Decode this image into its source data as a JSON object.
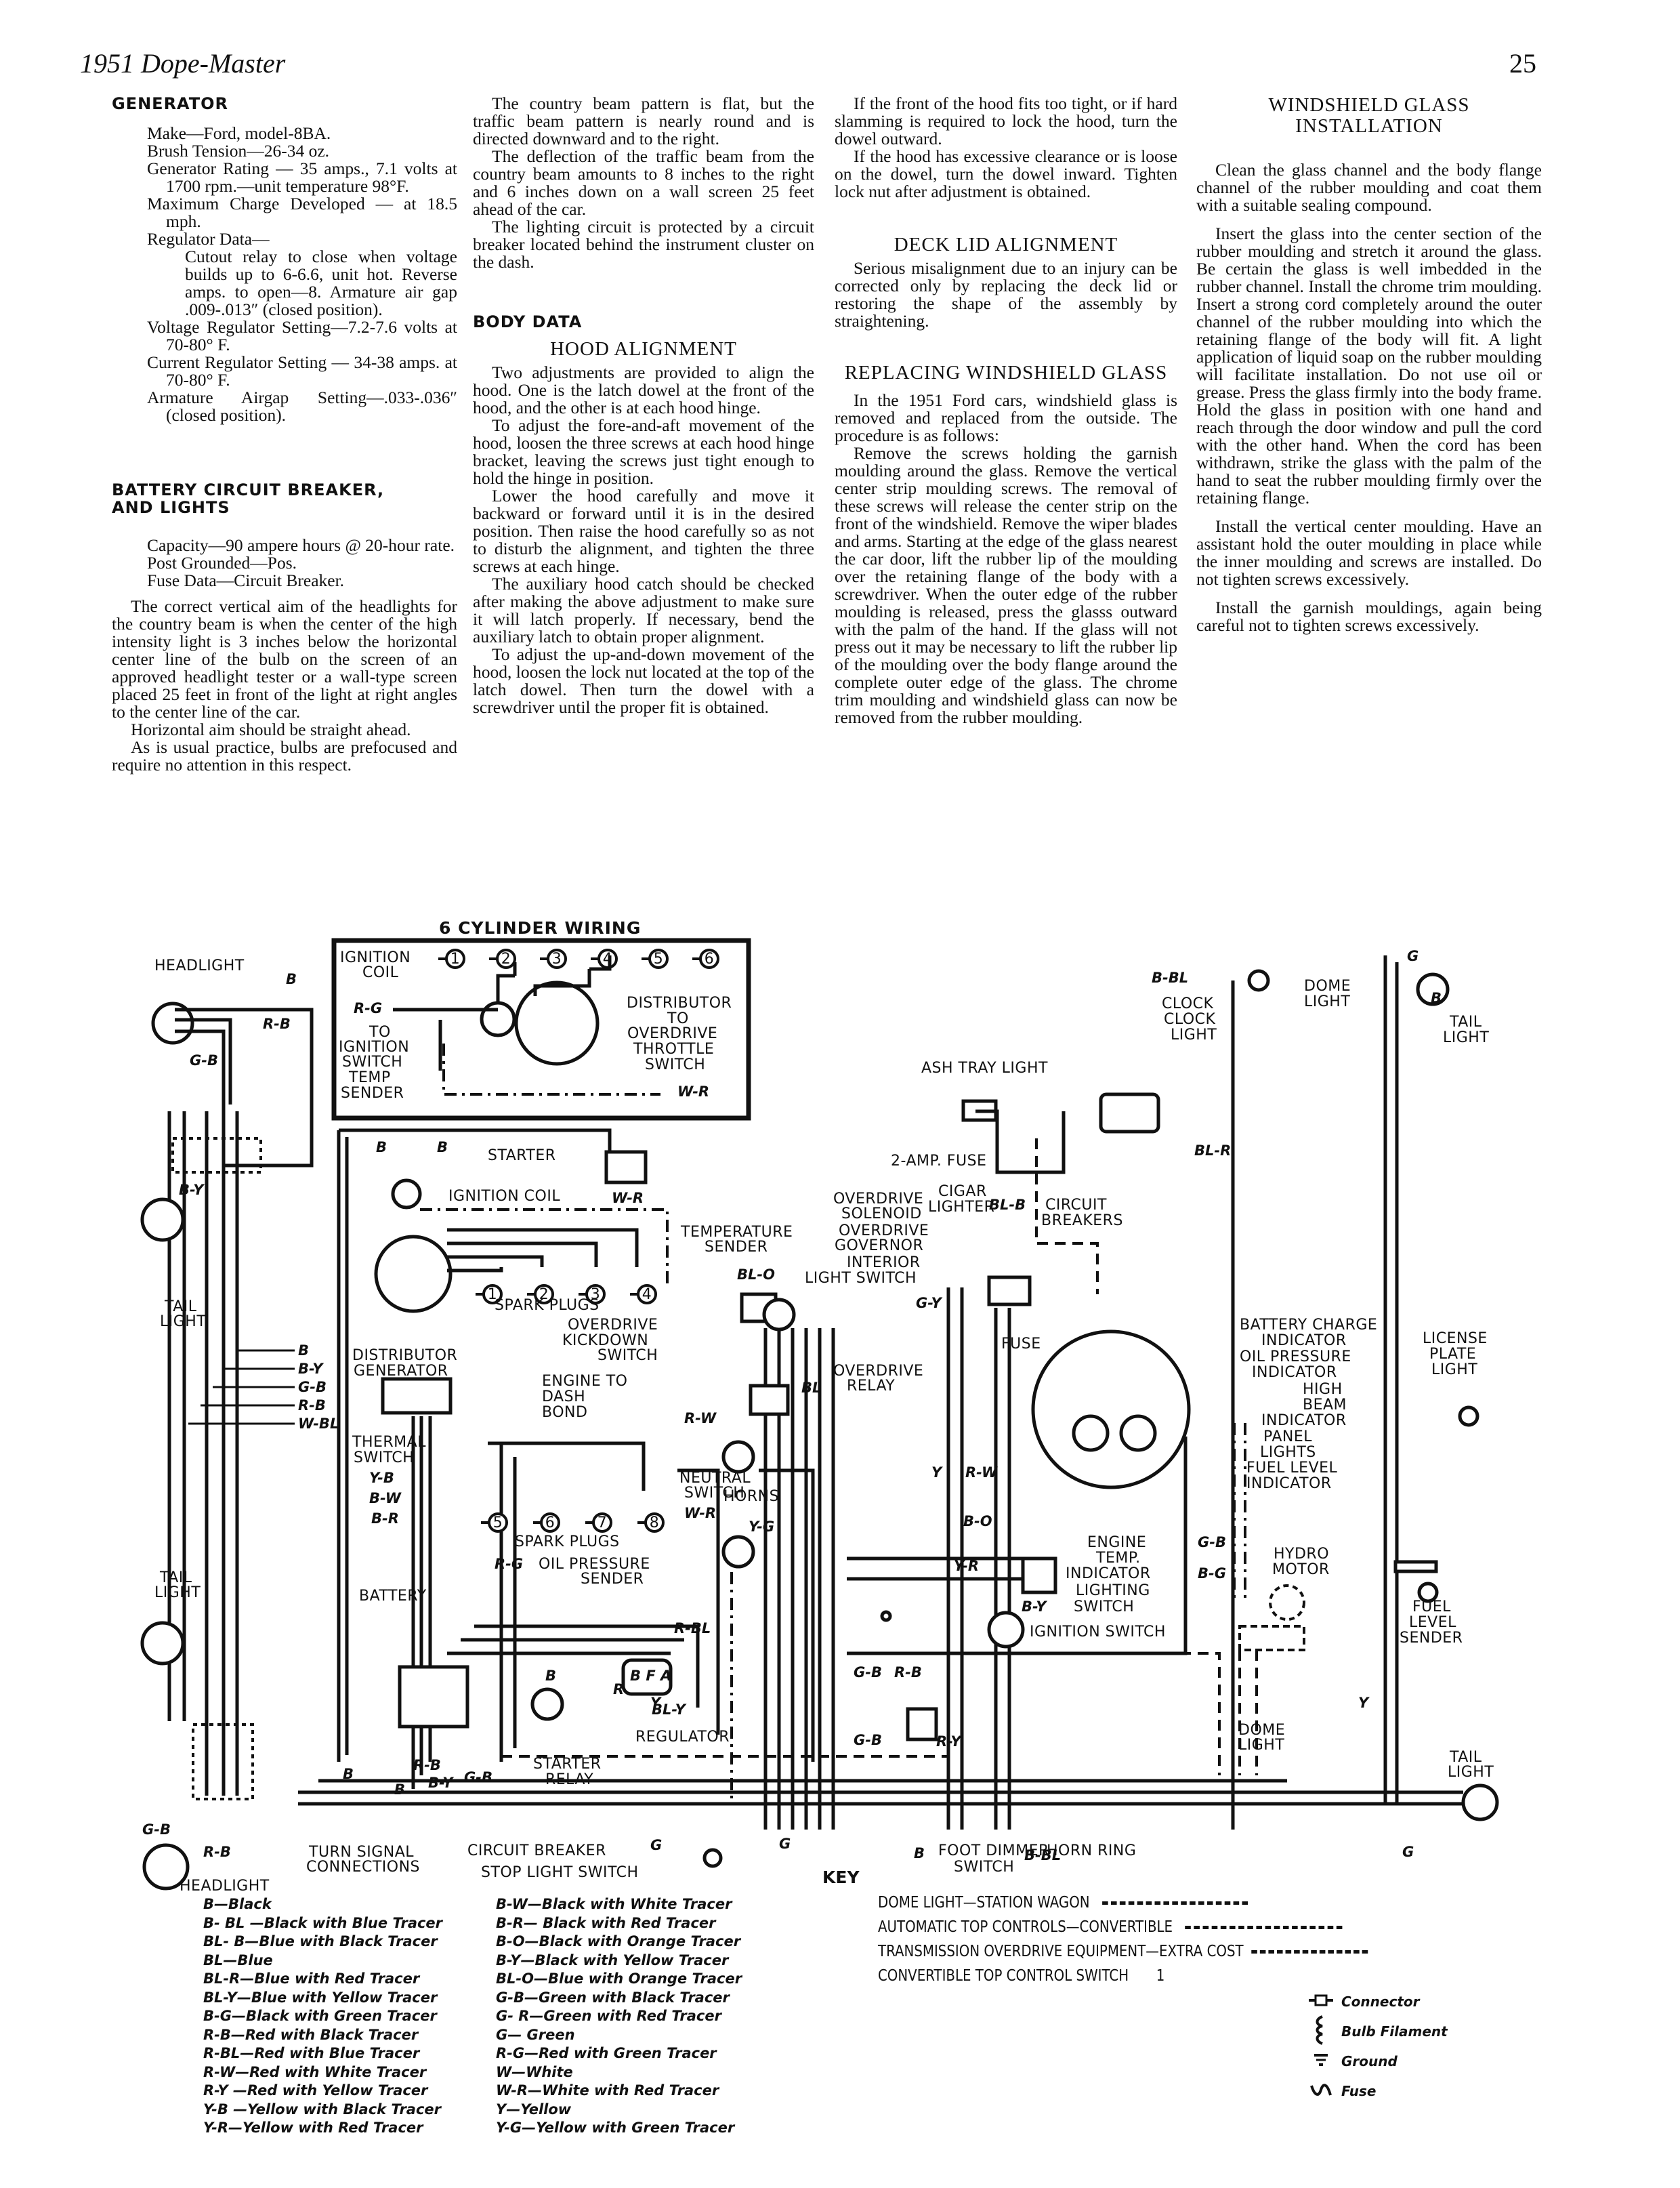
{
  "header": {
    "title": "1951 Dope-Master",
    "page_number": "25"
  },
  "generator": {
    "heading": "GENERATOR",
    "specs": [
      "Make—Ford, model-8BA.",
      "Brush Tension—26-34 oz.",
      "Generator Rating — 35 amps., 7.1 volts at 1700 rpm.—unit temperature 98°F.",
      "Maximum Charge Developed — at 18.5 mph.",
      "Regulator Data—",
      "Voltage Regulator Setting—7.2-7.6 volts at 70-80° F.",
      "Current Regulator Setting — 34-38 amps. at 70-80° F.",
      "Armature Airgap Setting—.033-.036″ (closed position)."
    ],
    "regulator_detail": "Cutout relay to close when voltage builds up to 6-6.6, unit hot. Reverse amps. to open—8. Armature air gap .009-.013″ (closed position)."
  },
  "battery": {
    "heading_line1": "BATTERY CIRCUIT BREAKER,",
    "heading_line2": "AND LIGHTS",
    "specs": [
      "Capacity—90 ampere hours @ 20-hour rate.",
      "Post Grounded—Pos.",
      "Fuse Data—Circuit Breaker."
    ],
    "paragraphs": [
      "The correct vertical aim of the headlights for the country beam is when the center of the high intensity light is 3 inches below the horizontal center line of the bulb on the screen of an approved headlight tester or a wall-type screen placed 25 feet in front of the light at right angles to the center line of the car.",
      "Horizontal aim should be straight ahead.",
      "As is usual practice, bulbs are prefocused and require no attention in this respect."
    ]
  },
  "column2": {
    "paragraphs": [
      "The country beam pattern is flat, but the traffic beam pattern is nearly round and is directed downward and to the right.",
      "The deflection of the traffic beam from the country beam amounts to 8 inches to the right and 6 inches down on a wall screen 25 feet ahead of the car.",
      "The lighting circuit is protected by a circuit breaker located behind the instrument cluster on the dash."
    ],
    "body_data_heading": "BODY DATA",
    "hood_heading": "HOOD ALIGNMENT",
    "hood_paragraphs": [
      "Two adjustments are provided to align the hood. One is the latch dowel at the front of the hood, and the other is at each hood hinge.",
      "To adjust the fore-and-aft movement of the hood, loosen the three screws at each hood hinge bracket, leaving the screws just tight enough to hold the hinge in position.",
      "Lower the hood carefully and move it backward or forward until it is in the desired position. Then raise the hood carefully so as not to disturb the alignment, and tighten the three screws at each hinge.",
      "The auxiliary hood catch should be checked after making the above adjustment to make sure it will latch properly. If necessary, bend the auxiliary latch to obtain proper alignment.",
      "To adjust the up-and-down movement of the hood, loosen the lock nut located at the top of the latch dowel. Then turn the dowel with a screwdriver until the proper fit is obtained."
    ]
  },
  "column3": {
    "paragraphs": [
      "If the front of the hood fits too tight, or if hard slamming is required to lock the hood, turn the dowel outward.",
      "If the hood has excessive clearance or is loose on the dowel, turn the dowel inward. Tighten lock nut after adjustment is obtained."
    ],
    "deck_heading": "DECK LID ALIGNMENT",
    "deck_paragraph": "Serious misalignment due to an injury can be corrected only by replacing the deck lid or restoring the shape of the assembly by straightening.",
    "windshield_heading": "REPLACING WINDSHIELD GLASS",
    "windshield_paragraphs": [
      "In the 1951 Ford cars, windshield glass is removed and replaced from the outside. The procedure is as follows:",
      "Remove the screws holding the garnish moulding around the glass. Remove the vertical center strip moulding screws. The removal of these screws will release the center strip on the front of the windshield. Remove the wiper blades and arms. Starting at the edge of the glass nearest the car door, lift the rubber lip of the moulding over the retaining flange of the body with a screwdriver. When the outer edge of the rubber moulding is released, press the glasss outward with the palm of the hand. If the glass will not press out it may be necessary to lift the rubber lip of the moulding over the body flange around the complete outer edge of the glass. The chrome trim moulding and windshield glass can now be removed from the rubber moulding."
    ]
  },
  "column4": {
    "heading_line1": "WINDSHIELD GLASS",
    "heading_line2": "INSTALLATION",
    "paragraphs": [
      "Clean the glass channel and the body flange channel of the rubber moulding and coat them with a suitable sealing compound.",
      "Insert the glass into the center section of the rubber moulding and stretch it around the glass. Be certain the glass is well imbedded in the rubber channel. Install the chrome trim moulding. Insert a strong cord completely around the outer channel of the rubber moulding into which the retaining flange of the body will fit. A light application of liquid soap on the rubber moulding will facilitate installation. Do not use oil or grease. Press the glass firmly into the body frame. Hold the glass in position with one hand and reach through the door window and pull the cord with the other hand. When the cord has been withdrawn, strike the glass with the palm of the hand to seat the rubber moulding firmly over the retaining flange.",
      "Install the vertical center moulding. Have an assistant hold the outer moulding in place while the inner moulding and screws are installed. Do not tighten screws excessively.",
      "Install the garnish mouldings, again being careful not to tighten screws excessively."
    ]
  },
  "diagram": {
    "title": "6 CYLINDER WIRING",
    "inset": {
      "ignition_coil": [
        "IGNITION",
        "COIL"
      ],
      "rg": "R-G",
      "to_ignition_switch": [
        "TO",
        "IGNITION",
        "SWITCH"
      ],
      "temp_sender": [
        "TEMP",
        "SENDER"
      ],
      "distributor_to_overdrive": [
        "DISTRIBUTOR",
        "TO",
        "OVERDRIVE",
        "THROTTLE",
        "SWITCH"
      ],
      "wr": "W-R",
      "cylinders": [
        "1",
        "2",
        "3",
        "4",
        "5",
        "6"
      ]
    },
    "labels": {
      "headlight_top": "HEADLIGHT",
      "b": "B",
      "rb": "R-B",
      "gb": "G-B",
      "by": "B-Y",
      "tail_light_left1": [
        "TAIL",
        "LIGHT"
      ],
      "tail_light_left2": [
        "TAIL",
        "LIGHT"
      ],
      "harness_wires": [
        "B",
        "B-Y",
        "G-B",
        "R-B",
        "W-BL"
      ],
      "starter": "STARTER",
      "ignition_coil": "IGNITION COIL",
      "wr": "W-R",
      "temperature_sender": [
        "TEMPERATURE",
        "SENDER"
      ],
      "spark_plugs_top": "SPARK PLUGS",
      "spark_plugs_top_nums": [
        "1",
        "2",
        "3",
        "4"
      ],
      "spark_plugs_bottom": "SPARK PLUGS",
      "spark_plugs_bottom_nums": [
        "5",
        "6",
        "7",
        "8"
      ],
      "distributor_generator": [
        "DISTRIBUTOR",
        "GENERATOR"
      ],
      "overdrive_kickdown": [
        "OVERDRIVE",
        "KICKDOWN",
        "SWITCH"
      ],
      "engine_to_dash": [
        "ENGINE TO",
        "DASH",
        "BOND"
      ],
      "thermal_switch": [
        "THERMAL",
        "SWITCH"
      ],
      "yb": "Y-B",
      "bw": "B-W",
      "br": "B-R",
      "rg": "R-G",
      "oil_pressure_sender": [
        "OIL PRESSURE",
        "SENDER"
      ],
      "battery": "BATTERY",
      "neutral_switch": [
        "NEUTRAL",
        "SWITCH"
      ],
      "horns": "HORNS",
      "yg": "Y-G",
      "rbl": "R-BL",
      "bly": "BL-Y",
      "y": "Y",
      "regulator": "REGULATOR",
      "regulator_terms": "B F A",
      "starter_relay": [
        "STARTER",
        "RELAY"
      ],
      "turn_signal": [
        "TURN SIGNAL",
        "CONNECTIONS"
      ],
      "headlight_bottom": "HEADLIGHT",
      "circuit_breaker": "CIRCUIT BREAKER",
      "stop_light_switch": "STOP LIGHT SWITCH",
      "g": "G",
      "ash_tray_light": "ASH TRAY LIGHT",
      "two_amp_fuse": "2-AMP. FUSE",
      "cigar_lighter": [
        "CIGAR",
        "LIGHTER"
      ],
      "blb": "BL-B",
      "circuit_breakers": [
        "CIRCUIT",
        "BREAKERS"
      ],
      "overdrive_solenoid": [
        "OVERDRIVE",
        "SOLENOID"
      ],
      "overdrive_governor": [
        "OVERDRIVE",
        "GOVERNOR"
      ],
      "interior_light_switch": [
        "INTERIOR",
        "LIGHT SWITCH"
      ],
      "blo": "BL-O",
      "gy": "G-Y",
      "fuse": "FUSE",
      "overdrive_relay": [
        "OVERDRIVE",
        "RELAY"
      ],
      "bl": "BL",
      "rw": "R-W",
      "bbl": "B-BL",
      "clock": [
        "CLOCK",
        "CLOCK",
        "LIGHT"
      ],
      "blr": "BL-R",
      "dome_light": [
        "DOME",
        "LIGHT"
      ],
      "tail_light_right1": [
        "TAIL",
        "LIGHT"
      ],
      "battery_charge": [
        "BATTERY CHARGE",
        "INDICATOR"
      ],
      "oil_pressure_ind": [
        "OIL PRESSURE",
        "INDICATOR"
      ],
      "high_beam": [
        "HIGH",
        "BEAM",
        "INDICATOR"
      ],
      "panel_lights": [
        "PANEL",
        "LIGHTS"
      ],
      "fuel_level_ind": [
        "FUEL LEVEL",
        "INDICATOR"
      ],
      "license_plate": [
        "LICENSE",
        "PLATE",
        "LIGHT"
      ],
      "engine_temp": [
        "ENGINE",
        "TEMP.",
        "INDICATOR"
      ],
      "bo": "B-O",
      "yr": "Y-R",
      "lighting_switch": [
        "LIGHTING",
        "SWITCH"
      ],
      "by2": "B-Y",
      "ignition_switch": "IGNITION SWITCH",
      "gb2": "G-B",
      "bg": "B-G",
      "ry": "R-Y",
      "hydro_motor": [
        "HYDRO",
        "MOTOR"
      ],
      "fuel_level_sender": [
        "FUEL",
        "LEVEL",
        "SENDER"
      ],
      "dome_light_wagon": [
        "DOME",
        "LIGHT"
      ],
      "tail_light_right2": [
        "TAIL",
        "LIGHT"
      ],
      "foot_dimmer": [
        "FOOT DIMMER",
        "SWITCH"
      ],
      "horn_ring": "HORN RING"
    }
  },
  "color_key": {
    "left": [
      "B—Black",
      "B- BL —Black with Blue Tracer",
      "BL- B—Blue with Black Tracer",
      "BL—Blue",
      "BL-R—Blue with Red Tracer",
      "BL-Y—Blue with Yellow Tracer",
      "B-G—Black with Green Tracer",
      "R-B—Red with Black Tracer",
      "R-BL—Red with Blue Tracer",
      "R-W—Red with White Tracer",
      "R-Y —Red with Yellow Tracer",
      "Y-B —Yellow with Black Tracer",
      "Y-R—Yellow with Red Tracer"
    ],
    "right": [
      "B-W—Black with White Tracer",
      "B-R— Black with Red Tracer",
      "B-O—Black with Orange Tracer",
      "B-Y—Black with Yellow Tracer",
      "BL-O—Blue with Orange Tracer",
      "G-B—Green with Black Tracer",
      "G- R—Green with Red Tracer",
      "G— Green",
      "R-G—Red with Green Tracer",
      "W—White",
      "W-R—White with Red Tracer",
      "Y—Yellow",
      "Y-G—Yellow with Green Tracer"
    ]
  },
  "key": {
    "title": "KEY",
    "line_types": [
      {
        "label": "DOME LIGHT—STATION WAGON",
        "style": "dash-dot"
      },
      {
        "label": "AUTOMATIC TOP CONTROLS—CONVERTIBLE",
        "style": "dashed"
      },
      {
        "label": "TRANSMISSION OVERDRIVE EQUIPMENT—EXTRA COST",
        "style": "long-dash-dot"
      },
      {
        "label": "CONVERTIBLE TOP CONTROL SWITCH",
        "style": "numbered",
        "marker": "1"
      }
    ],
    "symbols": [
      {
        "icon": "connector-icon",
        "label": "Connector"
      },
      {
        "icon": "bulb-filament-icon",
        "label": "Bulb Filament"
      },
      {
        "icon": "ground-icon",
        "label": "Ground"
      },
      {
        "icon": "fuse-icon",
        "label": "Fuse"
      }
    ]
  }
}
